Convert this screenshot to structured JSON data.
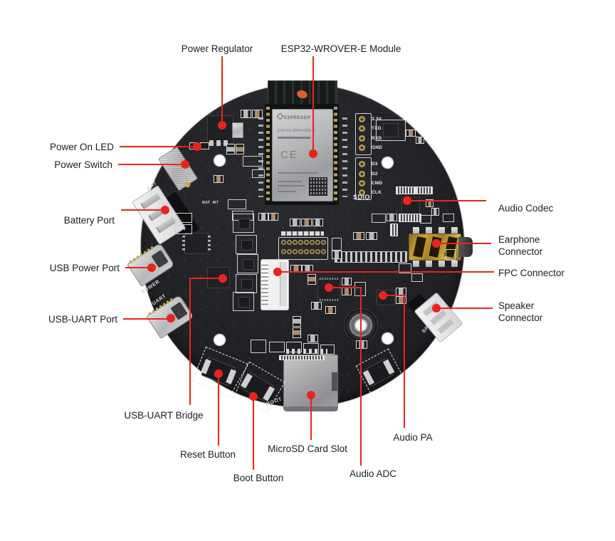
{
  "callouts": [
    {
      "id": "power-regulator",
      "label": "Power Regulator"
    },
    {
      "id": "esp32-module",
      "label": "ESP32-WROVER-E Module"
    },
    {
      "id": "power-on-led",
      "label": "Power On LED"
    },
    {
      "id": "power-switch",
      "label": "Power Switch"
    },
    {
      "id": "battery-port",
      "label": "Battery Port"
    },
    {
      "id": "usb-power-port",
      "label": "USB Power Port"
    },
    {
      "id": "usb-uart-port",
      "label": "USB-UART Port"
    },
    {
      "id": "audio-codec",
      "label": "Audio Codec"
    },
    {
      "id": "earphone-connector",
      "label": "Earphone Connector"
    },
    {
      "id": "fpc-connector",
      "label": "FPC Connector"
    },
    {
      "id": "speaker-connector",
      "label": "Speaker Connector"
    },
    {
      "id": "usb-uart-bridge",
      "label": "USB-UART Bridge"
    },
    {
      "id": "reset-button",
      "label": "Reset Button"
    },
    {
      "id": "boot-button",
      "label": "Boot Button"
    },
    {
      "id": "microsd-slot",
      "label": "MicroSD Card Slot"
    },
    {
      "id": "audio-adc",
      "label": "Audio ADC"
    },
    {
      "id": "audio-pa",
      "label": "Audio PA"
    }
  ],
  "module": {
    "brand": "ESPRESSIF",
    "model": "ESP32-WROVER-E",
    "ce": "CE"
  },
  "sdio": {
    "label": "SDIO",
    "pins_top": [
      "3.3V",
      "TXD",
      "RXD",
      "GND"
    ],
    "pins_bottom": [
      "D3",
      "D2",
      "CMD",
      "CLK"
    ]
  },
  "silkscreen": {
    "bat": "BAT",
    "bat_mt": "BAT_MT",
    "plus": "+",
    "power": "POWER",
    "uart": "UART",
    "boot": "BOOT",
    "spk": "SPK"
  },
  "colors": {
    "callout_red": "#e9241d",
    "board_dark": "#232427",
    "gold": "#c9a84c"
  }
}
